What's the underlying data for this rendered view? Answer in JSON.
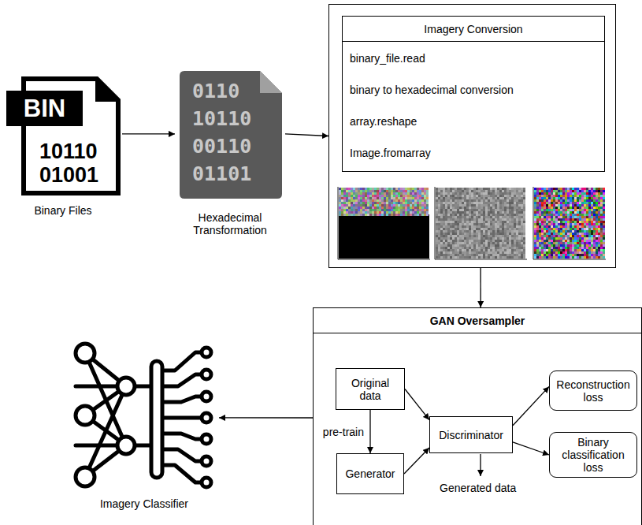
{
  "diagram": {
    "nodes": [
      {
        "text": [
          "BIN",
          "10110 01001",
          "Binary Files"
        ]
      },
      {
        "text": [
          "0110 10110 00110 01101",
          "Hexadecimal Transformation"
        ]
      },
      {
        "text": []
      },
      {
        "text": [
          "Imagery Conversion",
          "binary_file.read",
          "binary to hexadecimal conversion",
          "array.reshape",
          "Image.fromarray"
        ],
        "in": 2
      },
      {
        "text": [
          "GAN Oversampler"
        ]
      },
      {
        "text": [
          "Original data"
        ],
        "in": 4
      },
      {
        "text": [
          "Generator"
        ],
        "in": 4
      },
      {
        "text": [
          "Discriminator"
        ],
        "in": 4
      },
      {
        "text": [
          "Reconstruction loss"
        ],
        "in": 4
      },
      {
        "text": [
          "Binary classification loss"
        ],
        "in": 4
      },
      {
        "text": [
          "Imagery Classifier"
        ]
      }
    ],
    "edges": [
      {
        "from": 0,
        "to": 1,
        "arrow": "to"
      },
      {
        "from": 1,
        "to": 2,
        "arrow": "to"
      },
      {
        "from": 2,
        "to": 4,
        "arrow": "to"
      },
      {
        "from": 5,
        "to": 6,
        "label": "pre-train",
        "arrow": "to"
      },
      {
        "from": 5,
        "to": 7,
        "arrow": "to"
      },
      {
        "from": 6,
        "to": 7,
        "arrow": "to"
      },
      {
        "from": 7,
        "to": 8,
        "arrow": "to"
      },
      {
        "from": 7,
        "to": 9,
        "arrow": "to"
      },
      {
        "from": 4,
        "to": 10,
        "arrow": "to"
      }
    ],
    "labels": [
      "Generated data"
    ]
  }
}
